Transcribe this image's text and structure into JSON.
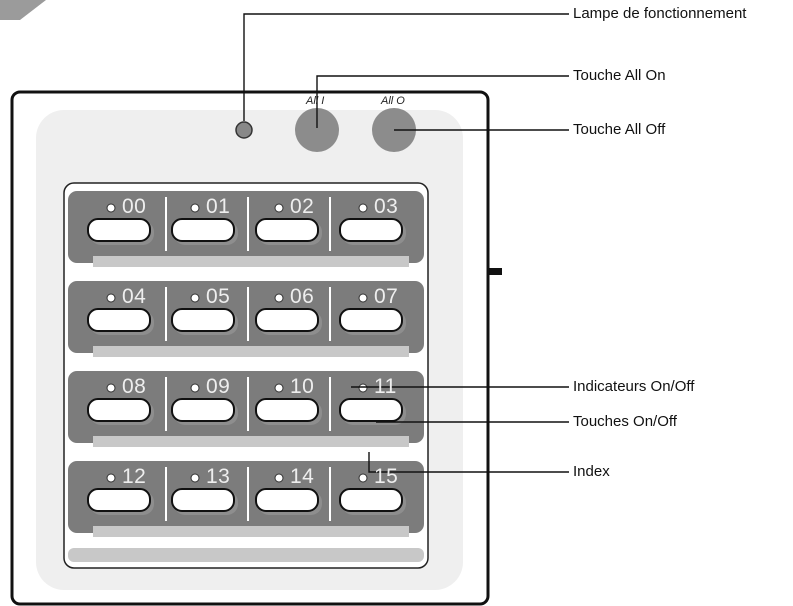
{
  "callouts": {
    "lamp": "Lampe de fonctionnement",
    "all_on": "Touche All On",
    "all_off": "Touche All Off",
    "indicators": "Indicateurs On/Off",
    "keys": "Touches On/Off",
    "index": "Index"
  },
  "top_buttons": {
    "all_on_label": "All I",
    "all_off_label": "All O"
  },
  "channels": [
    [
      "00",
      "01",
      "02",
      "03"
    ],
    [
      "04",
      "05",
      "06",
      "07"
    ],
    [
      "08",
      "09",
      "10",
      "11"
    ],
    [
      "12",
      "13",
      "14",
      "15"
    ]
  ],
  "colors": {
    "row_gray": "#7c7c7c",
    "button_gray": "#8e8e8e",
    "index_strip": "#c8c8c8"
  }
}
